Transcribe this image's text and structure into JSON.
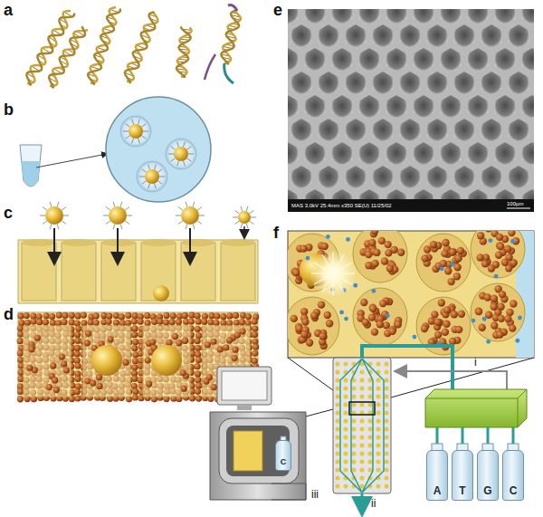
{
  "diagram": {
    "nodes": [
      {
        "text": [
          "A"
        ]
      },
      {
        "text": [
          "T"
        ]
      },
      {
        "text": [
          "G"
        ]
      },
      {
        "text": [
          "C"
        ]
      },
      {
        "text": [
          "C"
        ]
      }
    ],
    "labels": [
      "a",
      "b",
      "c",
      "d",
      "e",
      "f",
      "i",
      "ii",
      "iii",
      "MAS 3.0kV 25.4mm x350 SE(U) 11/25/02",
      "100µm"
    ]
  }
}
